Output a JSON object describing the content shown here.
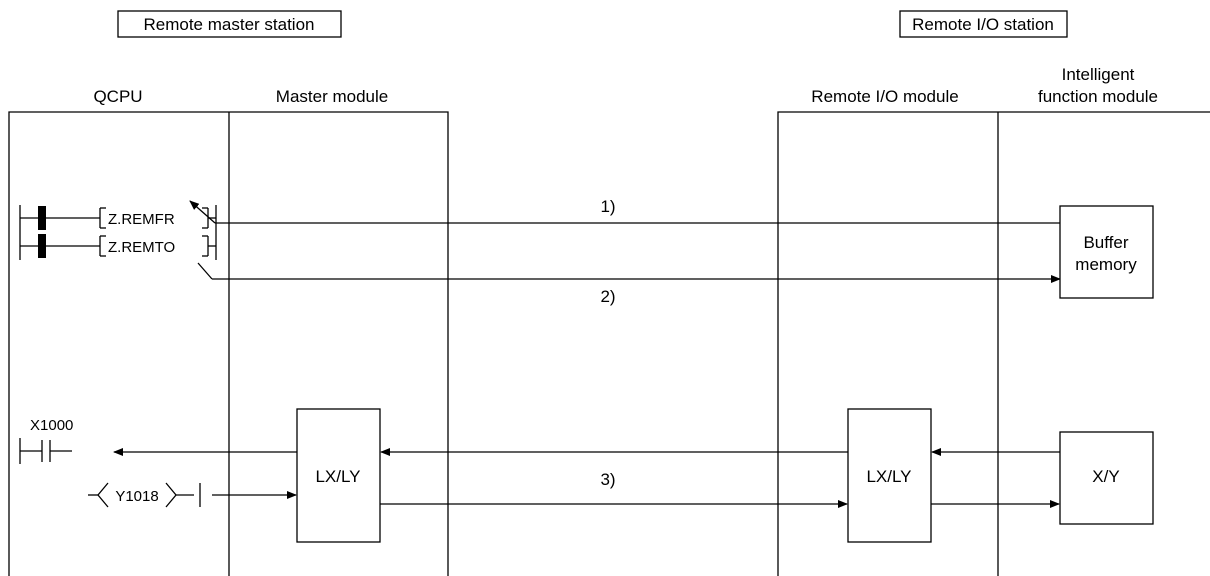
{
  "stations": {
    "master": "Remote master station",
    "remote": "Remote I/O station"
  },
  "columns": {
    "qcpu": "QCPU",
    "master_module": "Master module",
    "remote_io_module": "Remote I/O module",
    "intelligent_line1": "Intelligent",
    "intelligent_line2": "function module"
  },
  "instructions": {
    "remfr": "Z.REMFR",
    "remto": "Z.REMTO"
  },
  "boxes": {
    "buffer_line1": "Buffer",
    "buffer_line2": "memory",
    "lxly_master": "LX/LY",
    "lxly_remote": "LX/LY",
    "xy": "X/Y"
  },
  "contacts": {
    "input": "X1000",
    "output": "Y1018"
  },
  "flows": {
    "f1": "1)",
    "f2": "2)",
    "f3": "3)"
  }
}
